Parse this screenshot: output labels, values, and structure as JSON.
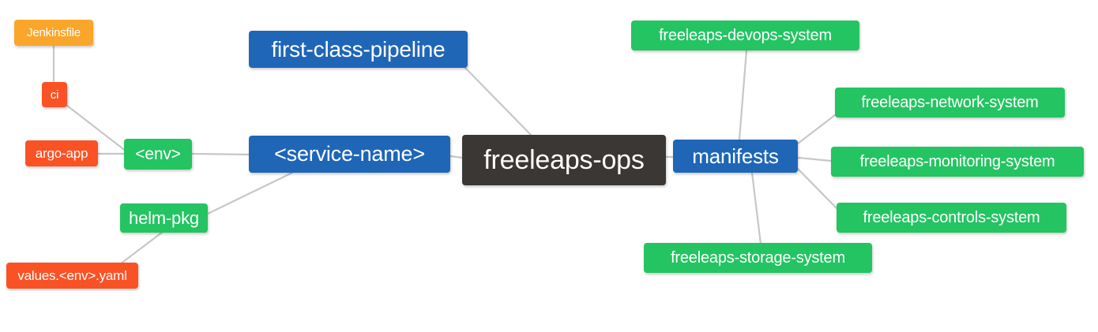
{
  "diagram": {
    "type": "mindmap",
    "title": "freeleaps-ops",
    "background": "#ffffff",
    "edge_color": "#c7c7c7",
    "palette": {
      "root_dark": "#3b3735",
      "blue": "#1f66b7",
      "green": "#24c462",
      "orange": "#faa62a",
      "red": "#fa5225"
    }
  },
  "nodes": {
    "root": {
      "label": "freeleaps-ops",
      "color": "#3b3735"
    },
    "service_name": {
      "label": "<service-name>",
      "color": "#1f66b7"
    },
    "first_class_pipeline": {
      "label": "first-class-pipeline",
      "color": "#1f66b7"
    },
    "manifests": {
      "label": "manifests",
      "color": "#1f66b7"
    },
    "env": {
      "label": "<env>",
      "color": "#24c462"
    },
    "helm_pkg": {
      "label": "helm-pkg",
      "color": "#24c462"
    },
    "jenkinsfile": {
      "label": "Jenkinsfile",
      "color": "#faa62a"
    },
    "ci": {
      "label": "ci",
      "color": "#fa5225"
    },
    "argo_app": {
      "label": "argo-app",
      "color": "#fa5225"
    },
    "values_yaml": {
      "label": "values.<env>.yaml",
      "color": "#fa5225"
    },
    "devops_system": {
      "label": "freeleaps-devops-system",
      "color": "#24c462"
    },
    "network_system": {
      "label": "freeleaps-network-system",
      "color": "#24c462"
    },
    "monitoring_system": {
      "label": "freeleaps-monitoring-system",
      "color": "#24c462"
    },
    "controls_system": {
      "label": "freeleaps-controls-system",
      "color": "#24c462"
    },
    "storage_system": {
      "label": "freeleaps-storage-system",
      "color": "#24c462"
    }
  },
  "edges": [
    {
      "from": "root",
      "to": "service_name"
    },
    {
      "from": "root",
      "to": "first_class_pipeline"
    },
    {
      "from": "root",
      "to": "manifests"
    },
    {
      "from": "service_name",
      "to": "env"
    },
    {
      "from": "service_name",
      "to": "helm_pkg"
    },
    {
      "from": "env",
      "to": "ci"
    },
    {
      "from": "env",
      "to": "argo_app"
    },
    {
      "from": "ci",
      "to": "jenkinsfile"
    },
    {
      "from": "helm_pkg",
      "to": "values_yaml"
    },
    {
      "from": "manifests",
      "to": "devops_system"
    },
    {
      "from": "manifests",
      "to": "network_system"
    },
    {
      "from": "manifests",
      "to": "monitoring_system"
    },
    {
      "from": "manifests",
      "to": "controls_system"
    },
    {
      "from": "manifests",
      "to": "storage_system"
    }
  ]
}
